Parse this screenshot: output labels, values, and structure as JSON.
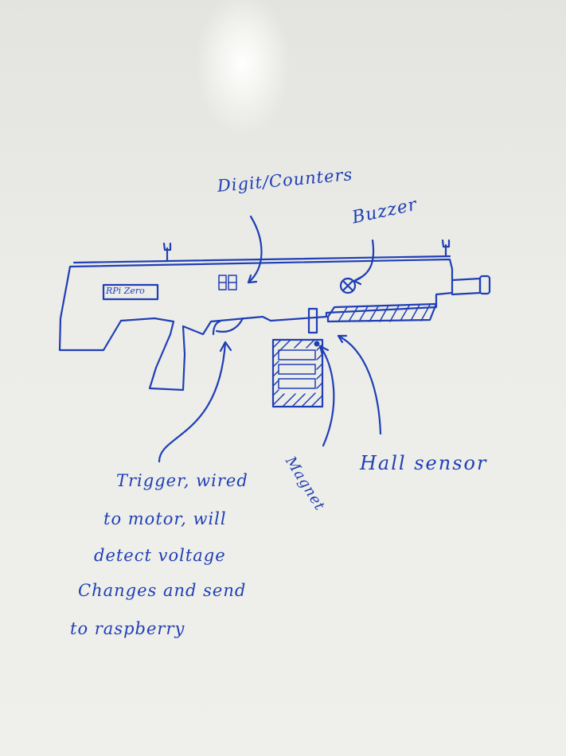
{
  "labels": {
    "digit_counters": "Digit/Counters",
    "buzzer": "Buzzer",
    "rpi_label": "RPi Zero",
    "hall_sensor": "Hall sensor",
    "magnet": "Magnet",
    "trigger_lines": [
      "Trigger, wired",
      "to motor, will",
      "detect voltage",
      "Changes and send",
      "to raspberry"
    ]
  },
  "colors": {
    "ink": "#1f3fb5",
    "board": "#ecece8"
  },
  "icons": {
    "buzzer": "circled-x-icon",
    "counters": "seven-segment-icon"
  }
}
